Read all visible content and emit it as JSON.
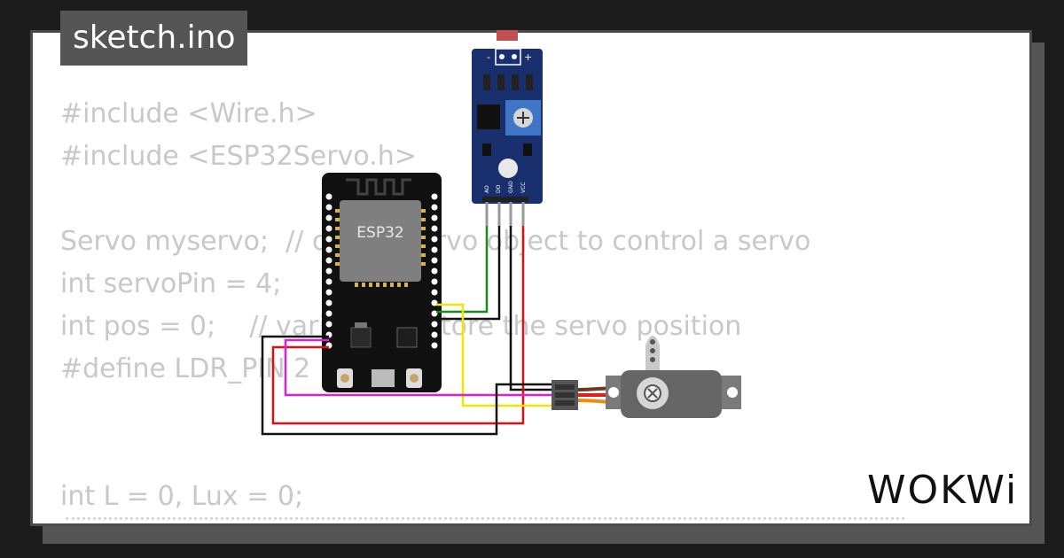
{
  "header": {
    "title": "sketch.ino"
  },
  "code": {
    "lines": [
      "#include <Wire.h>",
      "#include <ESP32Servo.h>",
      "",
      "Servo myservo;  // create servo object to control a servo",
      "int servoPin = 4;",
      "int pos = 0;    // variable to store the servo position",
      "#define LDR_PIN 2",
      "",
      "",
      "int L = 0, Lux = 0;"
    ]
  },
  "board": {
    "label": "ESP32"
  },
  "sensor": {
    "pins": [
      "AO",
      "DO",
      "GND",
      "VCC"
    ],
    "top_marks": [
      "-",
      "+"
    ]
  },
  "wires": {
    "colors": {
      "signal_green": "#1a8a1a",
      "black": "#111111",
      "red": "#e01010",
      "yellow": "#f2e600",
      "magenta": "#e020d0"
    }
  },
  "branding": {
    "logo": "WOKWi"
  }
}
